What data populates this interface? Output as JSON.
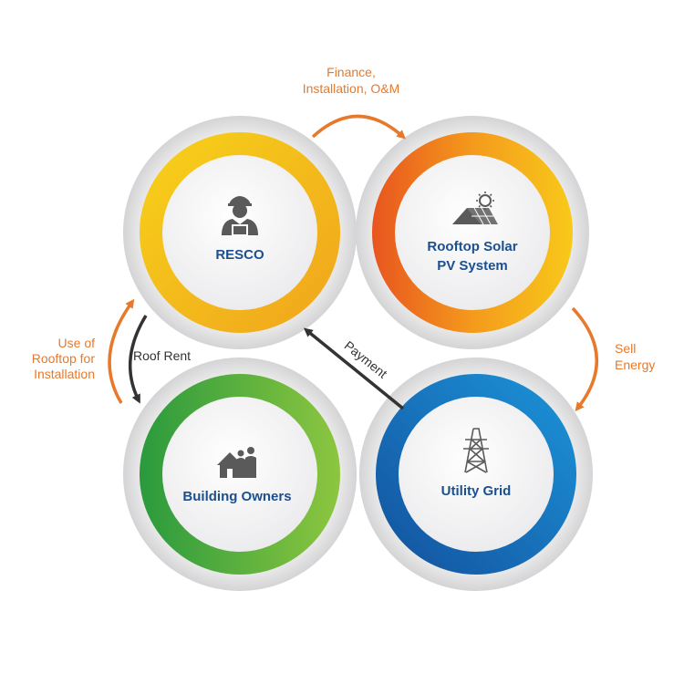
{
  "nodes": {
    "resco": {
      "label": "RESCO",
      "icon": "engineer-icon",
      "colors": [
        "#f4c613",
        "#f0a81c"
      ]
    },
    "rooftop": {
      "label_line1": "Rooftop Solar",
      "label_line2": "PV System",
      "icon": "solar-roof-icon",
      "colors": [
        "#e85a1f",
        "#f59a1c",
        "#f7c21a"
      ]
    },
    "owners": {
      "label": "Building Owners",
      "icon": "house-people-icon",
      "colors": [
        "#2e9d3c",
        "#8cc63f"
      ]
    },
    "grid": {
      "label": "Utility Grid",
      "icon": "transmission-tower-icon",
      "colors": [
        "#1559a6",
        "#1a8fd6"
      ]
    }
  },
  "flows": {
    "finance": {
      "line1": "Finance,",
      "line2": "Installation, O&M",
      "color": "#e8792a"
    },
    "sell": {
      "line1": "Sell",
      "line2": "Energy",
      "color": "#e8792a"
    },
    "rooftop_use": {
      "line1": "Use of",
      "line2": "Rooftop for",
      "line3": "Installation",
      "color": "#e8792a"
    },
    "roof_rent": {
      "label": "Roof Rent",
      "color": "#333333"
    },
    "payment": {
      "label": "Payment",
      "color": "#333333"
    }
  }
}
